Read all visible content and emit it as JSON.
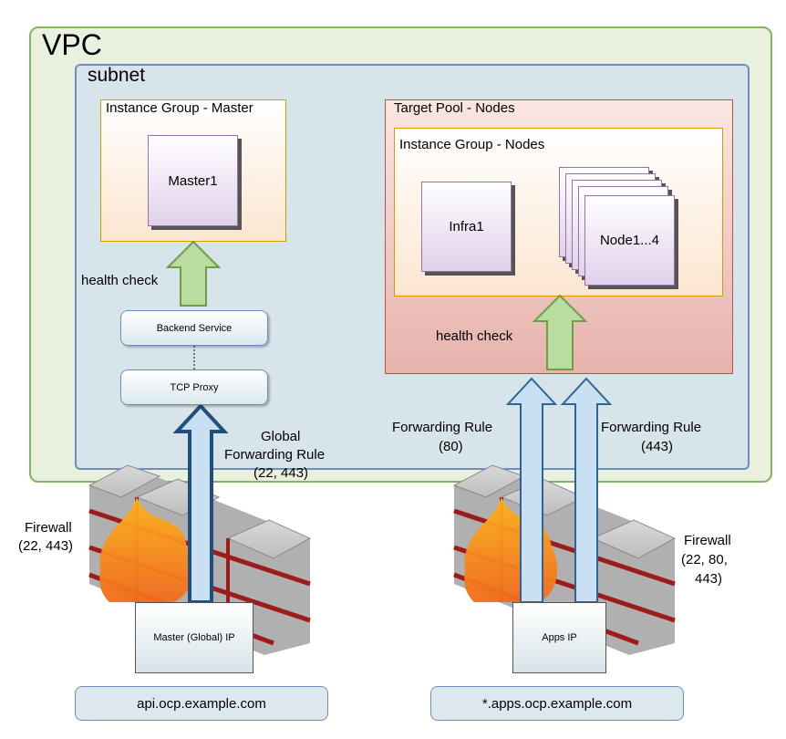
{
  "vpc": {
    "title": "VPC"
  },
  "subnet": {
    "title": "subnet"
  },
  "instance_group_master": {
    "title": "Instance Group - Master",
    "instance": "Master1"
  },
  "target_pool": {
    "title": "Target Pool - Nodes"
  },
  "instance_group_nodes": {
    "title": "Instance Group - Nodes",
    "infra": "Infra1",
    "nodes": "Node1...4"
  },
  "health_check_master": "health check",
  "health_check_nodes": "health check",
  "backend_service": "Backend Service",
  "tcp_proxy": "TCP Proxy",
  "global_forwarding_rule": {
    "line1": "Global",
    "line2": "Forwarding Rule",
    "line3": "(22, 443)"
  },
  "forwarding_rule_80": {
    "line1": "Forwarding Rule",
    "line2": "(80)"
  },
  "forwarding_rule_443": {
    "line1": "Forwarding Rule",
    "line2": "(443)"
  },
  "firewall_master": {
    "line1": "Firewall",
    "line2": "(22, 443)"
  },
  "firewall_apps": {
    "line1": "Firewall",
    "line2": "(22, 80,",
    "line3": "443)"
  },
  "master_ip": "Master (Global) IP",
  "apps_ip": "Apps IP",
  "dns_api": "api.ocp.example.com",
  "dns_apps": "*.apps.ocp.example.com",
  "colors": {
    "vpc_fill": "#e9f1de",
    "vpc_border": "#82b366",
    "subnet_fill": "#d7e4ea",
    "subnet_border": "#6c8ebf",
    "health_arrow": "#b9dca0",
    "traffic_arrow": "#c9dff2",
    "brick": "#9e1b1b",
    "flame": "#f26b1d"
  }
}
